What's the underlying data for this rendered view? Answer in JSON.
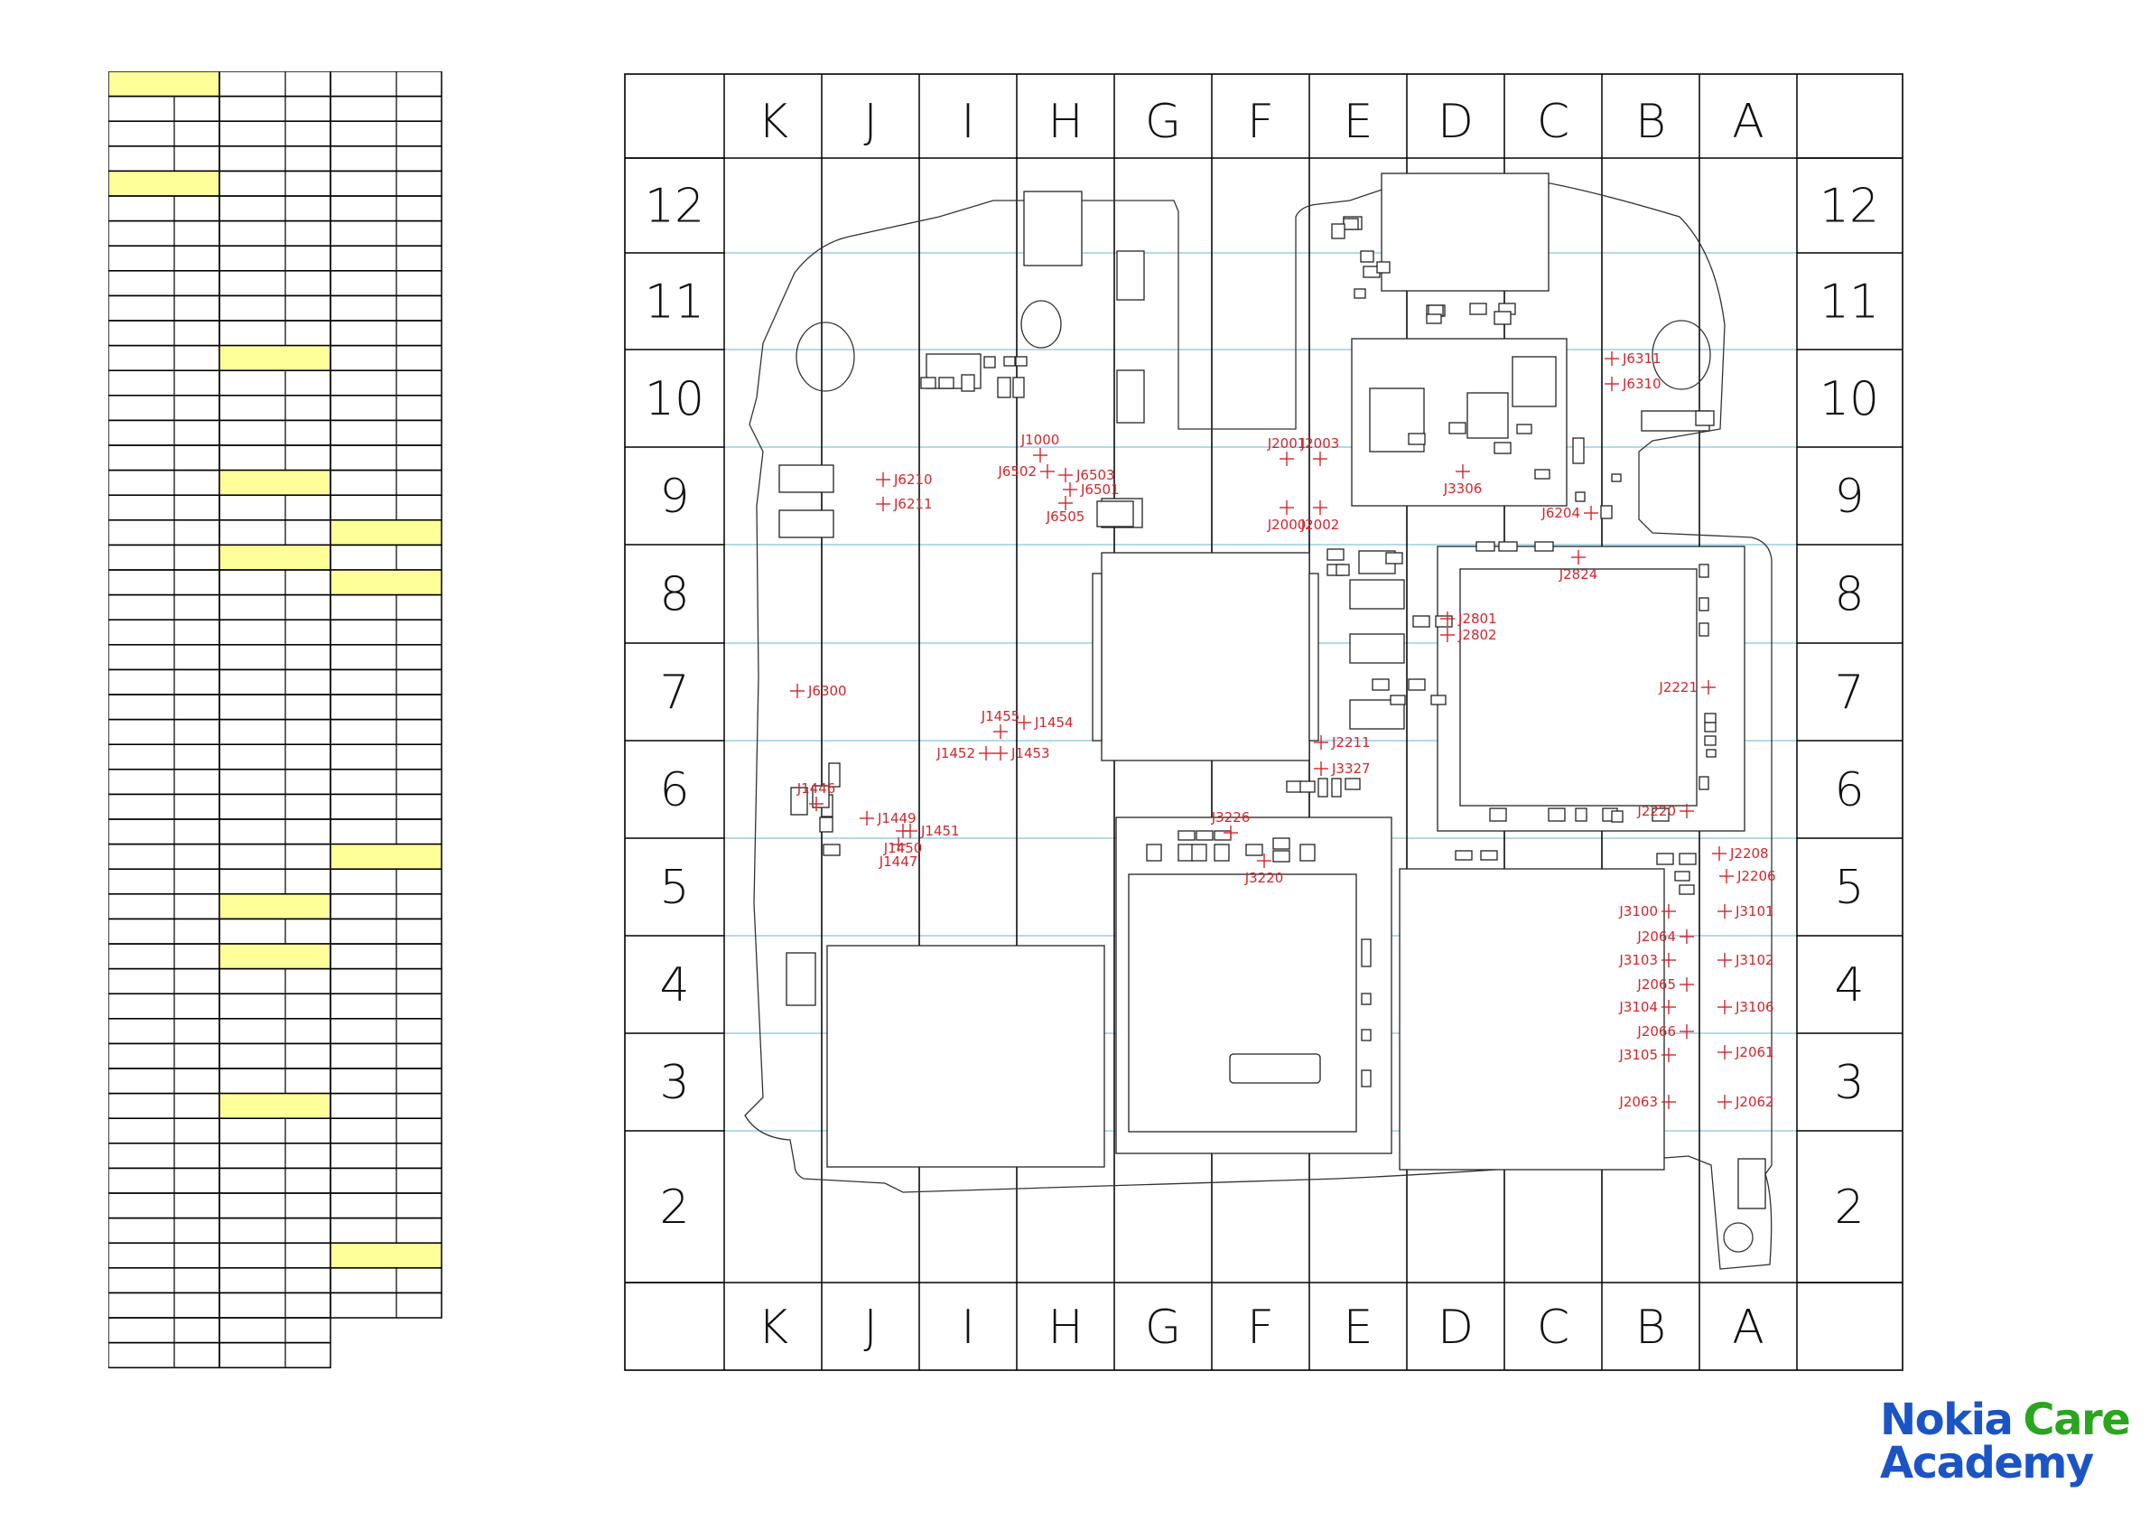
{
  "diagram": {
    "columns": [
      "K",
      "J",
      "I",
      "H",
      "G",
      "F",
      "E",
      "D",
      "C",
      "B",
      "A"
    ],
    "rows": [
      "12",
      "11",
      "10",
      "9",
      "8",
      "7",
      "6",
      "5",
      "4",
      "3",
      "2"
    ],
    "test_points": [
      {
        "id": "J6210"
      },
      {
        "id": "J6211"
      },
      {
        "id": "J1000"
      },
      {
        "id": "J6502"
      },
      {
        "id": "J6503"
      },
      {
        "id": "J6501"
      },
      {
        "id": "J6505"
      },
      {
        "id": "J2001"
      },
      {
        "id": "J2003"
      },
      {
        "id": "J2000"
      },
      {
        "id": "J2002"
      },
      {
        "id": "J3306"
      },
      {
        "id": "J6204"
      },
      {
        "id": "J6311"
      },
      {
        "id": "J6310"
      },
      {
        "id": "J2824"
      },
      {
        "id": "J2801"
      },
      {
        "id": "J2802"
      },
      {
        "id": "J6300"
      },
      {
        "id": "J1455"
      },
      {
        "id": "J1454"
      },
      {
        "id": "J1452"
      },
      {
        "id": "J1453"
      },
      {
        "id": "J2211"
      },
      {
        "id": "J2221"
      },
      {
        "id": "J3327"
      },
      {
        "id": "J1446"
      },
      {
        "id": "J1449"
      },
      {
        "id": "J1451"
      },
      {
        "id": "J1450"
      },
      {
        "id": "J1447"
      },
      {
        "id": "J3226"
      },
      {
        "id": "J3220"
      },
      {
        "id": "J2220"
      },
      {
        "id": "J2208"
      },
      {
        "id": "J2206"
      },
      {
        "id": "J3100"
      },
      {
        "id": "J3101"
      },
      {
        "id": "J2064"
      },
      {
        "id": "J3103"
      },
      {
        "id": "J3102"
      },
      {
        "id": "J2065"
      },
      {
        "id": "J3104"
      },
      {
        "id": "J3106"
      },
      {
        "id": "J2066"
      },
      {
        "id": "J2061"
      },
      {
        "id": "J3105"
      },
      {
        "id": "J2063"
      },
      {
        "id": "J2062"
      }
    ]
  },
  "reference_table": {
    "highlighted_cells": [
      {
        "row": 0,
        "group": 0
      },
      {
        "row": 4,
        "group": 0
      },
      {
        "row": 11,
        "group": 1
      },
      {
        "row": 16,
        "group": 1
      },
      {
        "row": 18,
        "group": 2
      },
      {
        "row": 19,
        "group": 1
      },
      {
        "row": 20,
        "group": 2
      },
      {
        "row": 31,
        "group": 2
      },
      {
        "row": 33,
        "group": 1
      },
      {
        "row": 35,
        "group": 1
      },
      {
        "row": 41,
        "group": 1
      },
      {
        "row": 47,
        "group": 2
      }
    ]
  },
  "logo": {
    "line1_a": "Nokia",
    "line1_b": "Care",
    "line2": "Academy"
  },
  "colors": {
    "grid": "#86c3d9",
    "test_point": "#d0262e",
    "highlight": "#ffff99",
    "logo_blue": "#1b54c5",
    "logo_green": "#2aa61e"
  }
}
